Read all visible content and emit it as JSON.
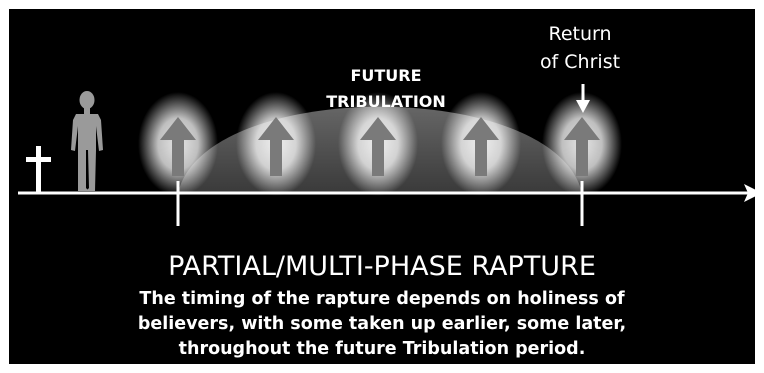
{
  "diagram": {
    "arc_label": [
      "FUTURE",
      "TRIBULATION"
    ],
    "event_label": [
      "Return",
      "of Christ"
    ],
    "title": "PARTIAL/MULTI-PHASE RAPTURE",
    "description": [
      "The timing of the rapture depends on holiness of",
      "believers, with some taken up earlier, some later,",
      "throughout the future Tribulation period."
    ],
    "icons": [
      "cross-icon",
      "person-icon",
      "up-arrow-icon",
      "down-arrow-icon",
      "timeline-arrow-icon"
    ],
    "colors": {
      "background": "#000000",
      "timeline": "#ffffff",
      "tribulation_arc": "#5a5a5a",
      "rapture_arrow": "#7a7a7a",
      "glow": "#ffffff"
    }
  }
}
